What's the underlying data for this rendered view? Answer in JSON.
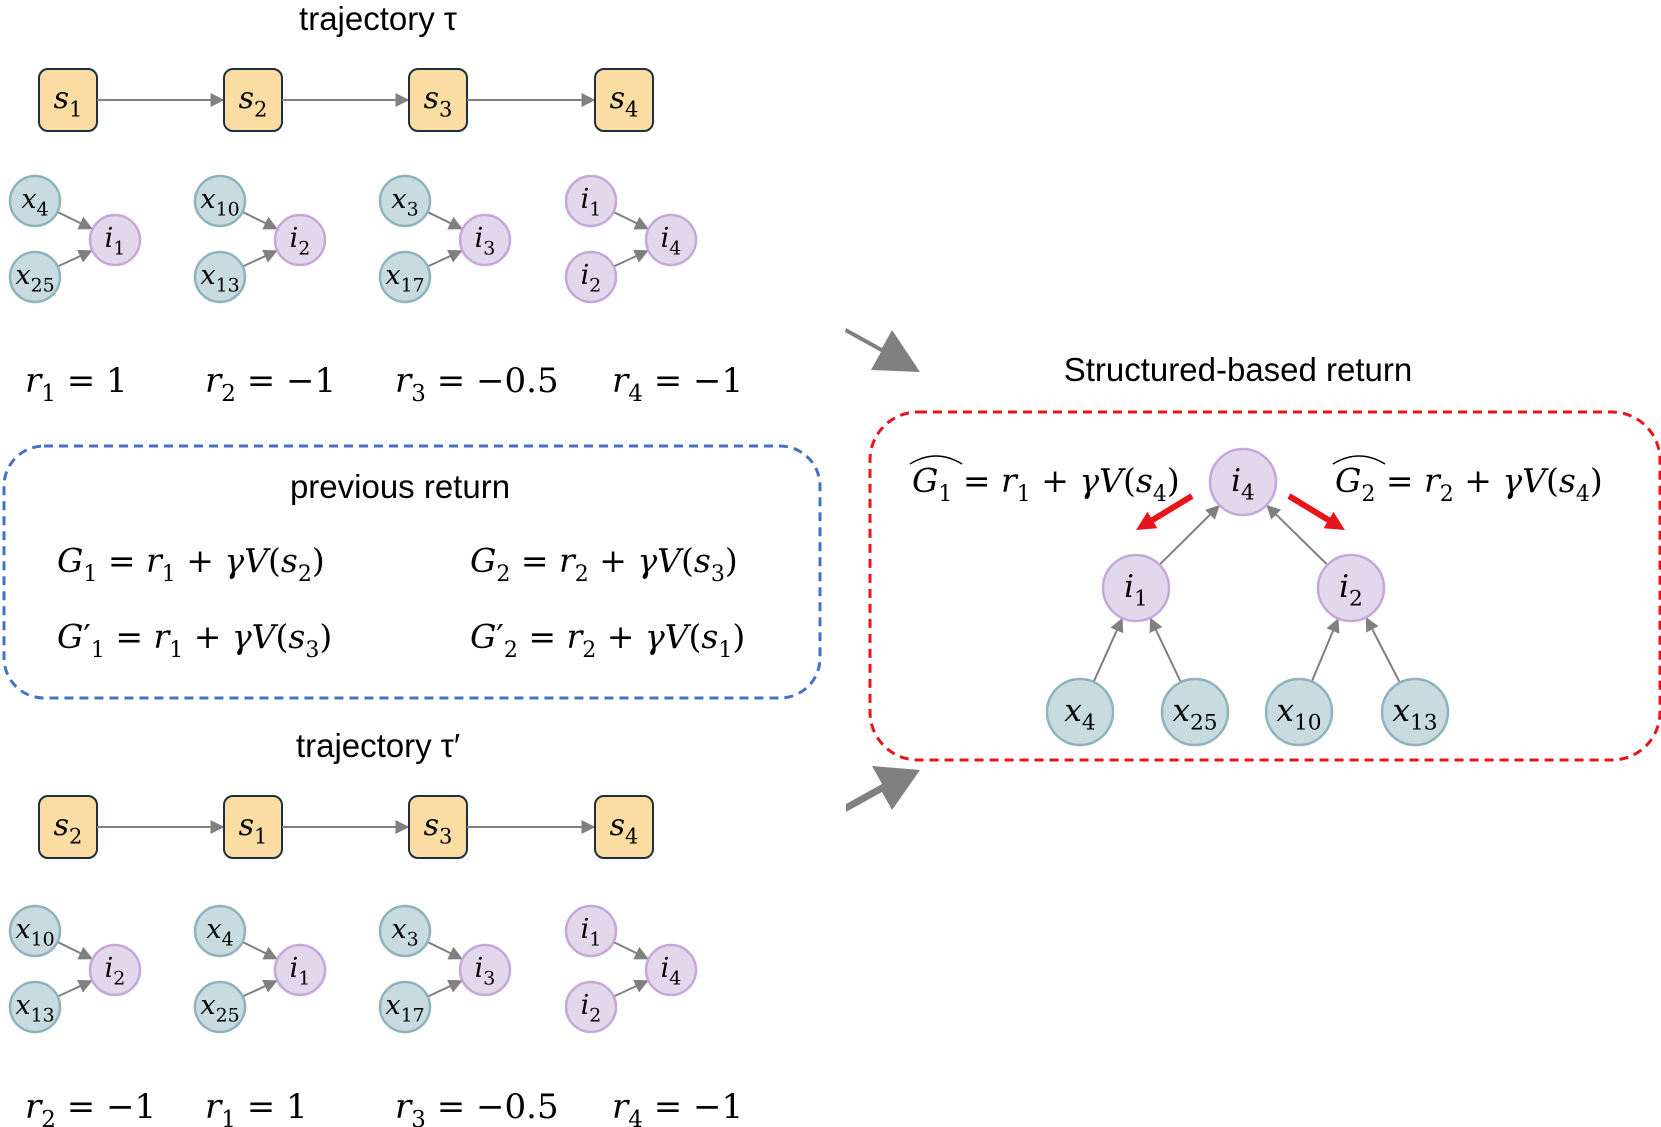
{
  "top_trajectory": {
    "title": "trajectory τ",
    "states": [
      {
        "var": "s",
        "sub": "1"
      },
      {
        "var": "s",
        "sub": "2"
      },
      {
        "var": "s",
        "sub": "3"
      },
      {
        "var": "s",
        "sub": "4"
      }
    ],
    "graphs": [
      {
        "a": {
          "var": "x",
          "sub": "4"
        },
        "b": {
          "var": "x",
          "sub": "25"
        },
        "c": {
          "var": "i",
          "sub": "1"
        }
      },
      {
        "a": {
          "var": "x",
          "sub": "10"
        },
        "b": {
          "var": "x",
          "sub": "13"
        },
        "c": {
          "var": "i",
          "sub": "2"
        }
      },
      {
        "a": {
          "var": "x",
          "sub": "3"
        },
        "b": {
          "var": "x",
          "sub": "17"
        },
        "c": {
          "var": "i",
          "sub": "3"
        }
      },
      {
        "a": {
          "var": "i",
          "sub": "1"
        },
        "b": {
          "var": "i",
          "sub": "2"
        },
        "c": {
          "var": "i",
          "sub": "4"
        }
      }
    ],
    "rewards": [
      {
        "sub": "1",
        "value": "= 1"
      },
      {
        "sub": "2",
        "value": "= −1"
      },
      {
        "sub": "3",
        "value": "= −0.5"
      },
      {
        "sub": "4",
        "value": "= −1"
      }
    ]
  },
  "previous_return": {
    "title": "previous return",
    "eqs": [
      {
        "g": "G",
        "prime": "",
        "sub": "1",
        "r": "1",
        "s": "2"
      },
      {
        "g": "G",
        "prime": "",
        "sub": "2",
        "r": "2",
        "s": "3"
      },
      {
        "g": "G",
        "prime": "′",
        "sub": "1",
        "r": "1",
        "s": "3"
      },
      {
        "g": "G",
        "prime": "′",
        "sub": "2",
        "r": "2",
        "s": "1"
      }
    ]
  },
  "bottom_trajectory": {
    "title": "trajectory τ′",
    "states": [
      {
        "var": "s",
        "sub": "2"
      },
      {
        "var": "s",
        "sub": "1"
      },
      {
        "var": "s",
        "sub": "3"
      },
      {
        "var": "s",
        "sub": "4"
      }
    ],
    "graphs": [
      {
        "a": {
          "var": "x",
          "sub": "10"
        },
        "b": {
          "var": "x",
          "sub": "13"
        },
        "c": {
          "var": "i",
          "sub": "2"
        }
      },
      {
        "a": {
          "var": "x",
          "sub": "4"
        },
        "b": {
          "var": "x",
          "sub": "25"
        },
        "c": {
          "var": "i",
          "sub": "1"
        }
      },
      {
        "a": {
          "var": "x",
          "sub": "3"
        },
        "b": {
          "var": "x",
          "sub": "17"
        },
        "c": {
          "var": "i",
          "sub": "3"
        }
      },
      {
        "a": {
          "var": "i",
          "sub": "1"
        },
        "b": {
          "var": "i",
          "sub": "2"
        },
        "c": {
          "var": "i",
          "sub": "4"
        }
      }
    ],
    "rewards": [
      {
        "sub": "2",
        "value": "= −1"
      },
      {
        "sub": "1",
        "value": "= 1"
      },
      {
        "sub": "3",
        "value": "= −0.5"
      },
      {
        "sub": "4",
        "value": "= −1"
      }
    ]
  },
  "structured_return": {
    "title": "Structured-based return",
    "left_eq": {
      "g": "G",
      "sub": "1",
      "r": "1",
      "s": "4"
    },
    "right_eq": {
      "g": "G",
      "sub": "2",
      "r": "2",
      "s": "4"
    },
    "tree": {
      "root": {
        "var": "i",
        "sub": "4"
      },
      "mid": [
        {
          "var": "i",
          "sub": "1"
        },
        {
          "var": "i",
          "sub": "2"
        }
      ],
      "leaves": [
        {
          "var": "x",
          "sub": "4"
        },
        {
          "var": "x",
          "sub": "25"
        },
        {
          "var": "x",
          "sub": "10"
        },
        {
          "var": "x",
          "sub": "13"
        }
      ]
    }
  },
  "eq_symbols": {
    "eq": "=",
    "r": "r",
    "plus": "+",
    "gamma": "γ",
    "V": "V",
    "lp": "(",
    "s": "s",
    "rp": ")"
  },
  "colors": {
    "state_fill": "#fbdca2",
    "x_node_fill": "#c8dbe0",
    "i_node_fill": "#e3d7ec",
    "prev_box": "#4472c4",
    "struct_box": "#e8141c",
    "red_arrow": "#e8141c",
    "flow_arrow": "#808080"
  }
}
